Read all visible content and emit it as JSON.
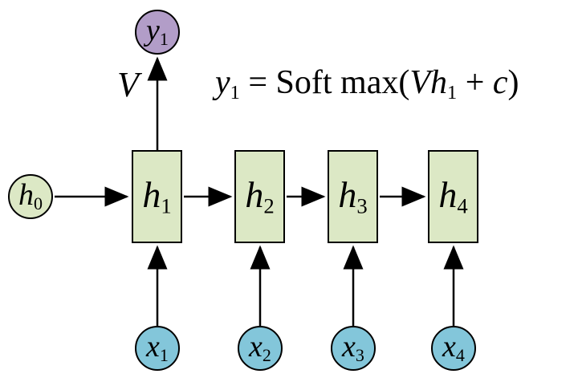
{
  "diagram": {
    "colors": {
      "output_fill": "#b29dc8",
      "hidden_fill": "#dce8c5",
      "input_fill": "#83c6da",
      "stroke": "#000000",
      "background": "#ffffff"
    },
    "output_node": {
      "base": "y",
      "sub": "1"
    },
    "initial_state": {
      "base": "h",
      "sub": "0"
    },
    "hidden_nodes": [
      {
        "base": "h",
        "sub": "1"
      },
      {
        "base": "h",
        "sub": "2"
      },
      {
        "base": "h",
        "sub": "3"
      },
      {
        "base": "h",
        "sub": "4"
      }
    ],
    "input_nodes": [
      {
        "base": "x",
        "sub": "1"
      },
      {
        "base": "x",
        "sub": "2"
      },
      {
        "base": "x",
        "sub": "3"
      },
      {
        "base": "x",
        "sub": "4"
      }
    ],
    "edge_label_v": "V",
    "formula": {
      "lhs_base": "y",
      "lhs_sub": "1",
      "equals_softmax": " = Soft max(",
      "weight": "V",
      "h_base": "h",
      "h_sub": "1",
      "plus": " + ",
      "bias": "c",
      "close": ")"
    }
  }
}
